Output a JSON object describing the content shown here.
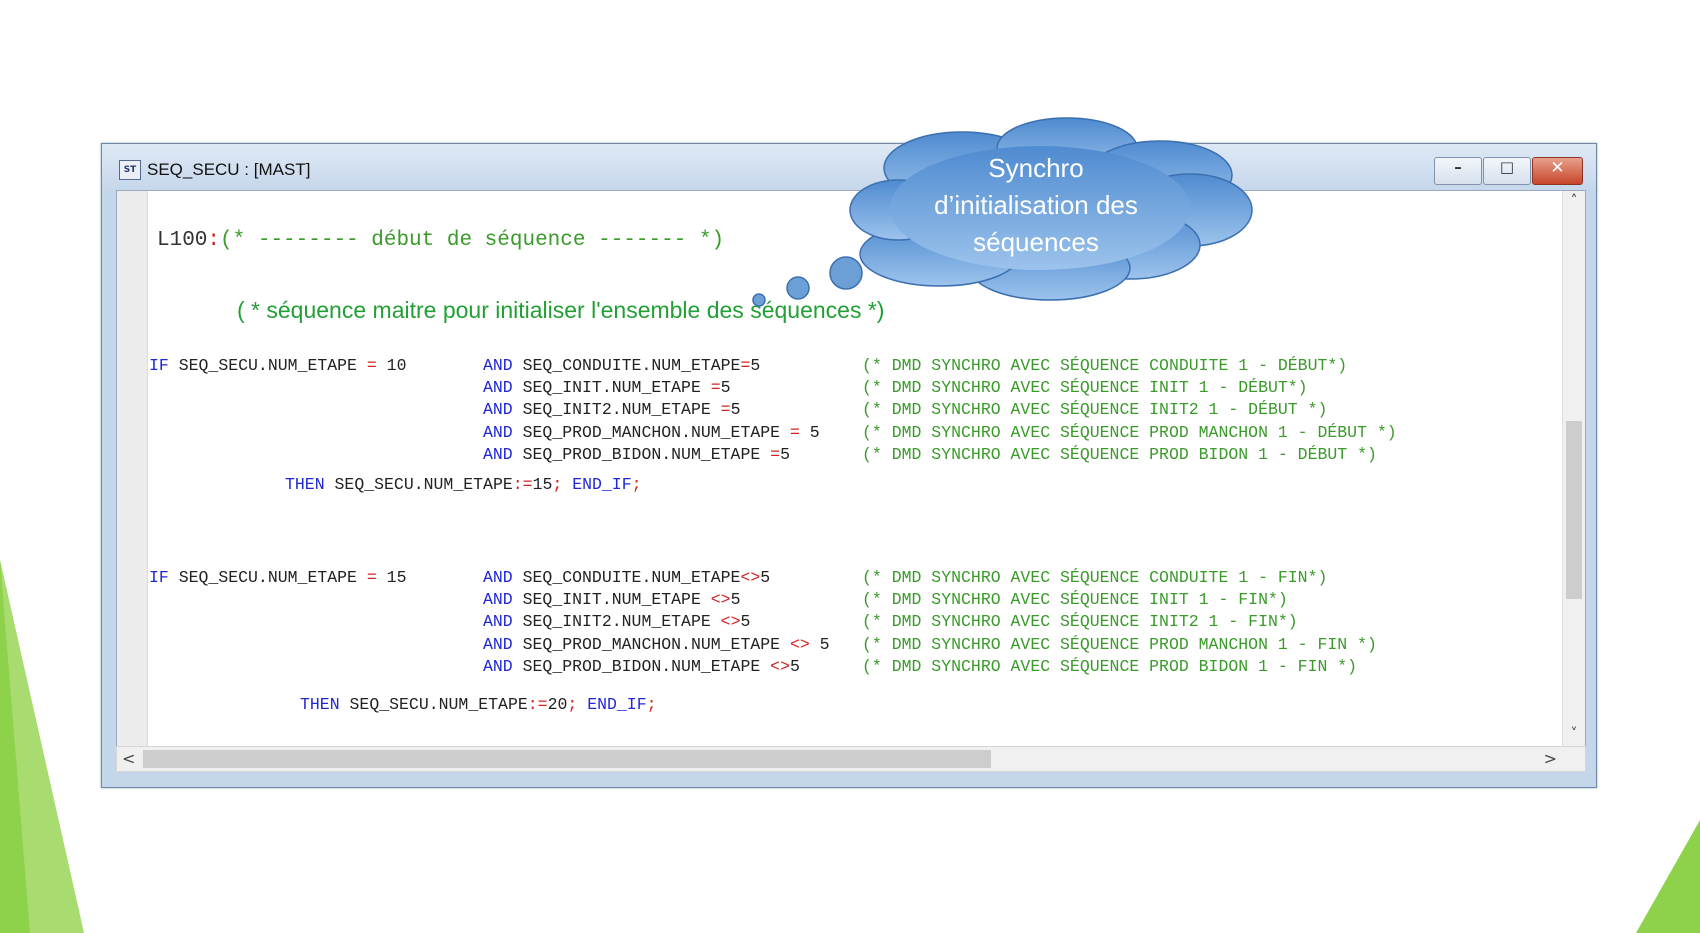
{
  "window": {
    "icon_label": "ST",
    "title": "SEQ_SECU : [MAST]",
    "buttons": {
      "minimize": "–",
      "maximize": "□",
      "close": "✕"
    }
  },
  "code": {
    "label": "L100",
    "label_colon": ":",
    "label_comment": "(* -------- début de séquence ------- *)",
    "comment_line": "( * séquence maitre pour initialiser l'ensemble des séquences *)",
    "block1": {
      "if_kw": "IF",
      "condition": "SEQ_SECU.NUM_ETAPE",
      "cond_op": "=",
      "cond_value": "10",
      "and_lines": [
        {
          "kw": "AND",
          "var": "SEQ_CONDUITE.NUM_ETAPE",
          "op": "=",
          "value": "5",
          "comment": "(* DMD SYNCHRO AVEC SÉQUENCE CONDUITE 1 - DÉBUT*)"
        },
        {
          "kw": "AND",
          "var": "SEQ_INIT.NUM_ETAPE ",
          "op": "=",
          "value": "5",
          "comment": "(* DMD SYNCHRO AVEC SÉQUENCE INIT 1 - DÉBUT*)"
        },
        {
          "kw": "AND",
          "var": "SEQ_INIT2.NUM_ETAPE ",
          "op": "=",
          "value": "5",
          "comment": "(* DMD SYNCHRO AVEC SÉQUENCE INIT2 1 - DÉBUT *)"
        },
        {
          "kw": "AND",
          "var": "SEQ_PROD_MANCHON.NUM_ETAPE ",
          "op": "=",
          "value": " 5",
          "comment": "(* DMD SYNCHRO AVEC SÉQUENCE PROD MANCHON 1 - DÉBUT *)"
        },
        {
          "kw": "AND",
          "var": "SEQ_PROD_BIDON.NUM_ETAPE ",
          "op": "=",
          "value": "5",
          "comment": "(* DMD SYNCHRO AVEC SÉQUENCE PROD BIDON 1 - DÉBUT *)"
        }
      ],
      "then_kw": "THEN",
      "assign_var": "SEQ_SECU.NUM_ETAPE",
      "assign_op": ":=",
      "assign_value": "15",
      "end_kw": "END_IF"
    },
    "block2": {
      "if_kw": "IF",
      "condition": "SEQ_SECU.NUM_ETAPE",
      "cond_op": "=",
      "cond_value": "15",
      "and_lines": [
        {
          "kw": "AND",
          "var": "SEQ_CONDUITE.NUM_ETAPE",
          "op": "<>",
          "value": "5",
          "comment": "(* DMD SYNCHRO AVEC SÉQUENCE CONDUITE 1 - FIN*)"
        },
        {
          "kw": "AND",
          "var": "SEQ_INIT.NUM_ETAPE ",
          "op": "<>",
          "value": "5",
          "comment": "(* DMD SYNCHRO AVEC SÉQUENCE INIT 1 - FIN*)"
        },
        {
          "kw": "AND",
          "var": "SEQ_INIT2.NUM_ETAPE ",
          "op": "<>",
          "value": "5",
          "comment": "(* DMD SYNCHRO AVEC SÉQUENCE INIT2 1 - FIN*)"
        },
        {
          "kw": "AND",
          "var": "SEQ_PROD_MANCHON.NUM_ETAPE ",
          "op": "<>",
          "value": " 5",
          "comment": "(* DMD SYNCHRO AVEC SÉQUENCE PROD MANCHON 1 - FIN *)"
        },
        {
          "kw": "AND",
          "var": "SEQ_PROD_BIDON.NUM_ETAPE ",
          "op": "<>",
          "value": "5",
          "comment": "(* DMD SYNCHRO AVEC SÉQUENCE PROD BIDON 1 - FIN *)"
        }
      ],
      "then_kw": "THEN",
      "assign_var": "SEQ_SECU.NUM_ETAPE",
      "assign_op": ":=",
      "assign_value": "20",
      "end_kw": "END_IF"
    }
  },
  "callout": {
    "lines": [
      "Synchro",
      "d’initialisation des",
      "séquences"
    ]
  },
  "scrollbars": {
    "up": "˄",
    "down": "˅",
    "left": "<",
    "right": ">"
  },
  "colors": {
    "keyword": "#1f27d6",
    "operator": "#d42222",
    "comment": "#3a9a2a",
    "cloud": "#6b9fd6",
    "accent_green": "#8ed14a"
  }
}
